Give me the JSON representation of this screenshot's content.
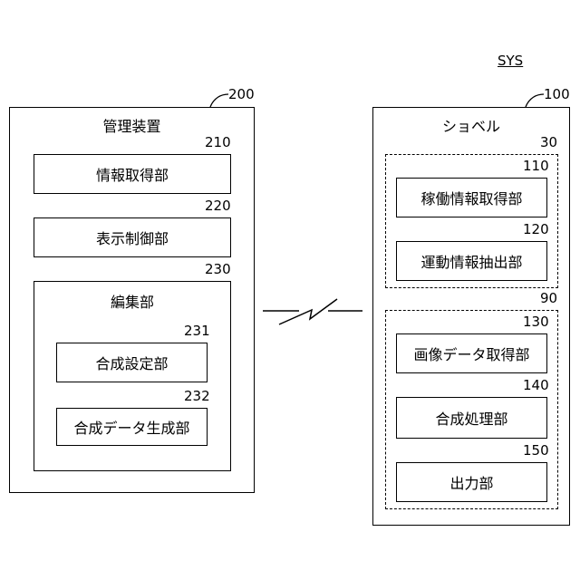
{
  "sys_label": "SYS",
  "management": {
    "ref": "200",
    "title": "管理装置",
    "info_acquisition": {
      "ref": "210",
      "label": "情報取得部"
    },
    "display_control": {
      "ref": "220",
      "label": "表示制御部"
    },
    "editing": {
      "ref": "230",
      "title": "編集部",
      "composite_setting": {
        "ref": "231",
        "label": "合成設定部"
      },
      "composite_data_gen": {
        "ref": "232",
        "label": "合成データ生成部"
      }
    }
  },
  "shovel": {
    "ref": "100",
    "title": "ショベル",
    "group30": {
      "ref": "30",
      "operation_info": {
        "ref": "110",
        "label": "稼働情報取得部"
      },
      "motion_info": {
        "ref": "120",
        "label": "運動情報抽出部"
      }
    },
    "group90": {
      "ref": "90",
      "image_data": {
        "ref": "130",
        "label": "画像データ取得部"
      },
      "composite_proc": {
        "ref": "140",
        "label": "合成処理部"
      },
      "output": {
        "ref": "150",
        "label": "出力部"
      }
    }
  }
}
